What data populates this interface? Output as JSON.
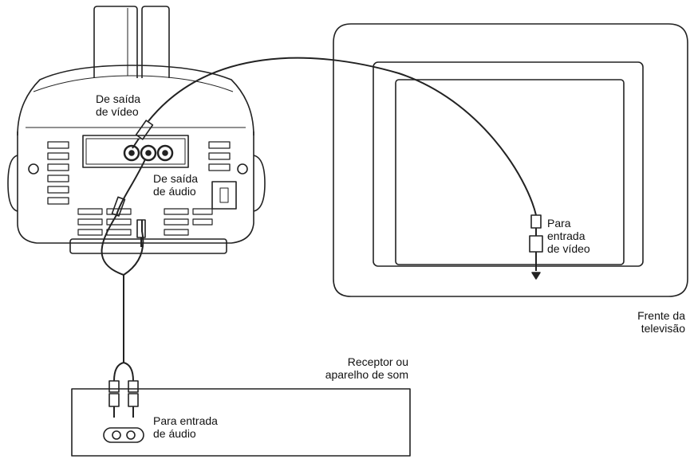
{
  "labels": {
    "video_out": {
      "line1": "De saída",
      "line2": "de vídeo"
    },
    "audio_out": {
      "line1": "De saída",
      "line2": "de áudio"
    },
    "video_in": {
      "line1": "Para",
      "line2": "entrada",
      "line3": "de vídeo"
    },
    "tv_front": {
      "line1": "Frente da",
      "line2": "televisão"
    },
    "receiver": {
      "line1": "Receptor ou",
      "line2": "aparelho de som"
    },
    "audio_in": {
      "line1": "Para entrada",
      "line2": "de áudio"
    }
  }
}
